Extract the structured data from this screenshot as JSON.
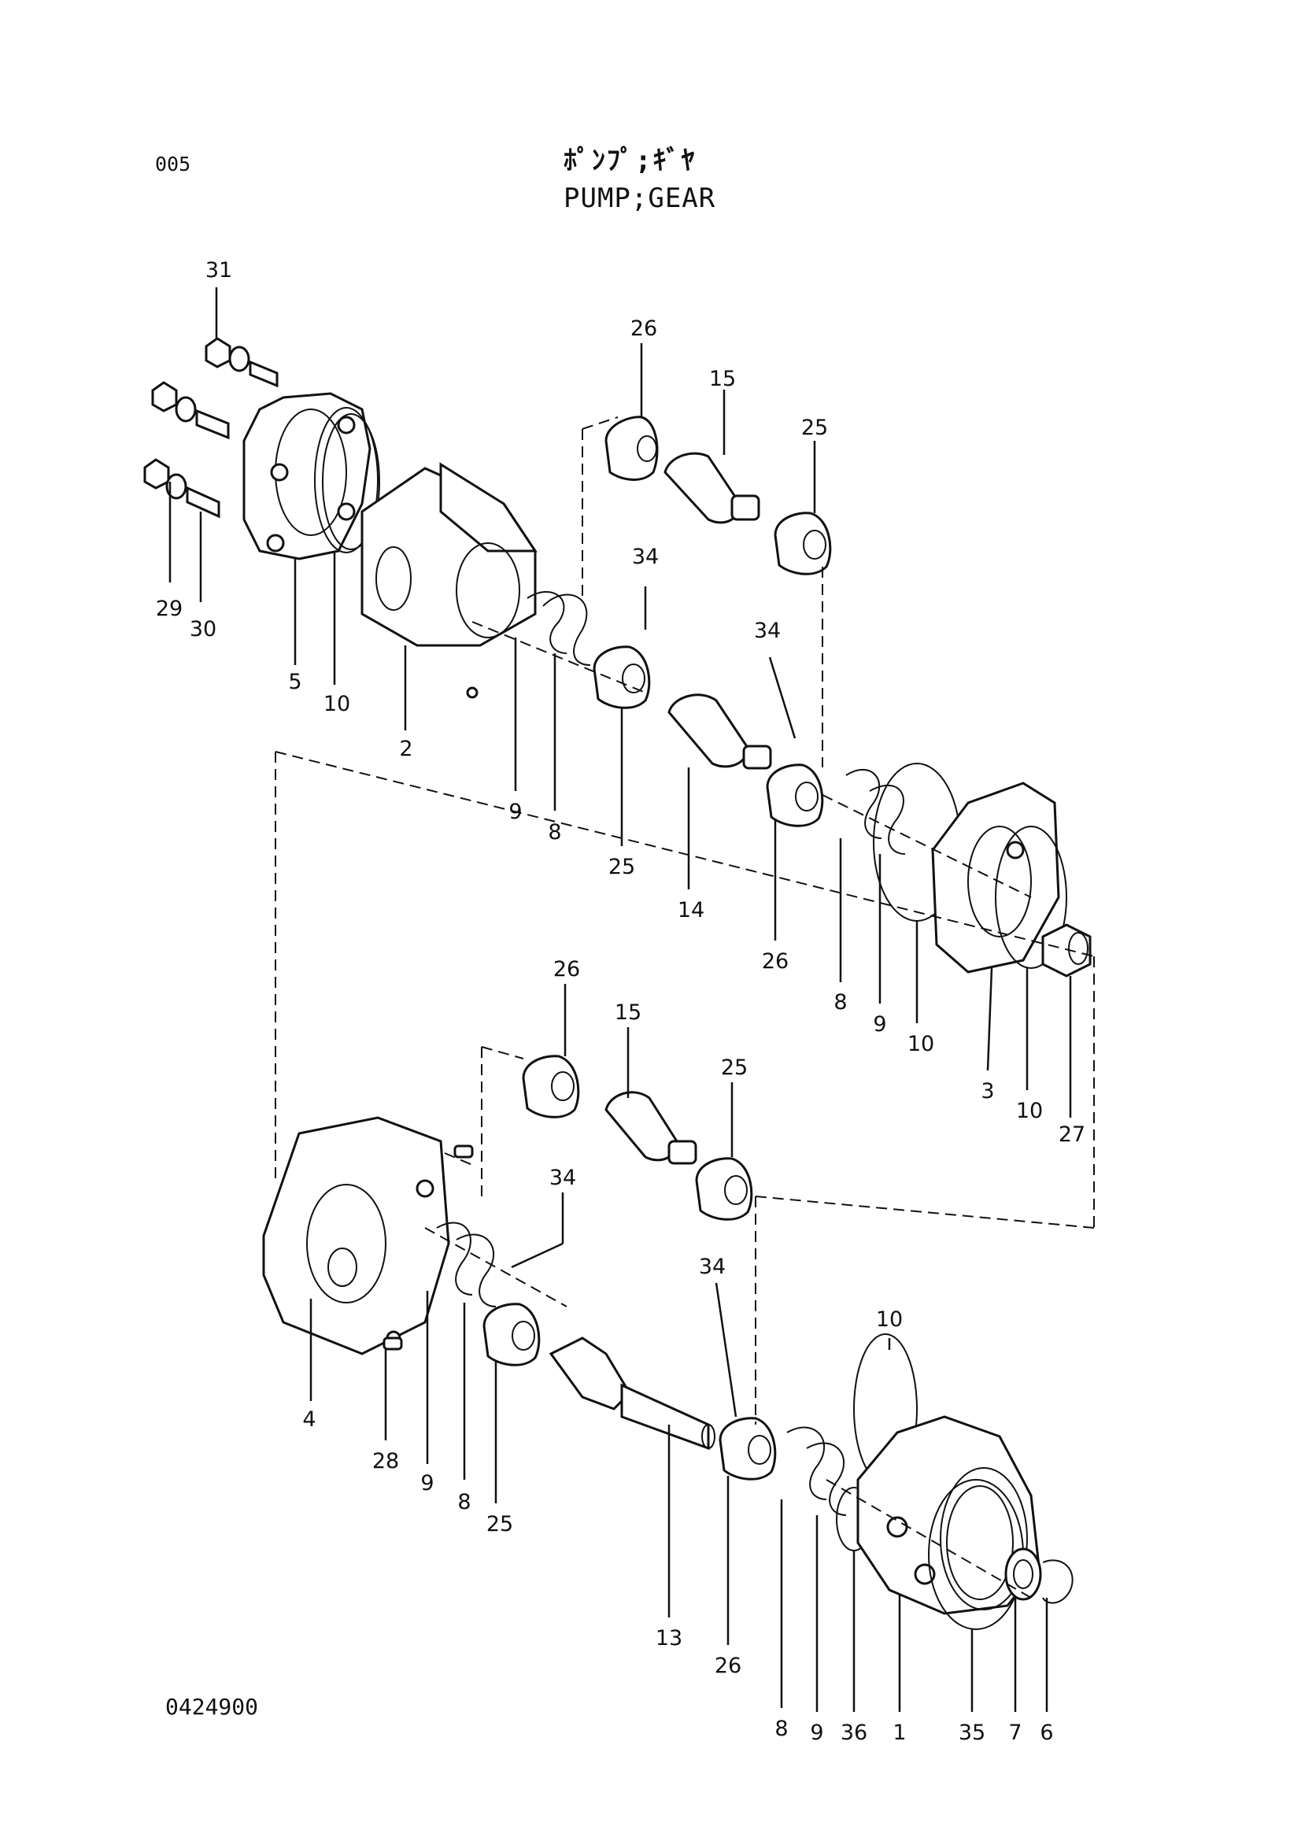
{
  "header": {
    "page_number": "005",
    "title_jp": "ﾎﾟﾝﾌﾟ;ｷﾞﾔ",
    "title_en": "PUMP;GEAR"
  },
  "footer": {
    "drawing_number": "0424900"
  },
  "callouts": {
    "upper": {
      "c31": "31",
      "c29": "29",
      "c30": "30",
      "c5": "5",
      "c10a": "10",
      "c2": "2",
      "c9a": "9",
      "c8a": "8",
      "c26a": "26",
      "c15": "15",
      "c25a": "25",
      "c34a": "34",
      "c25b": "25",
      "c14": "14",
      "c34b": "34",
      "c26b": "26",
      "c8b": "8",
      "c9b": "9",
      "c10b": "10",
      "c3": "3",
      "c10c": "10",
      "c27": "27"
    },
    "lower": {
      "c26a": "26",
      "c15": "15",
      "c25a": "25",
      "c34a": "34",
      "c4": "4",
      "c28": "28",
      "c9a": "9",
      "c8a": "8",
      "c25b": "25",
      "c34b": "34",
      "c10a": "10",
      "c13": "13",
      "c26b": "26",
      "c8b": "8",
      "c9b": "9",
      "c36": "36",
      "c1": "1",
      "c35": "35",
      "c7": "7",
      "c6": "6"
    }
  }
}
